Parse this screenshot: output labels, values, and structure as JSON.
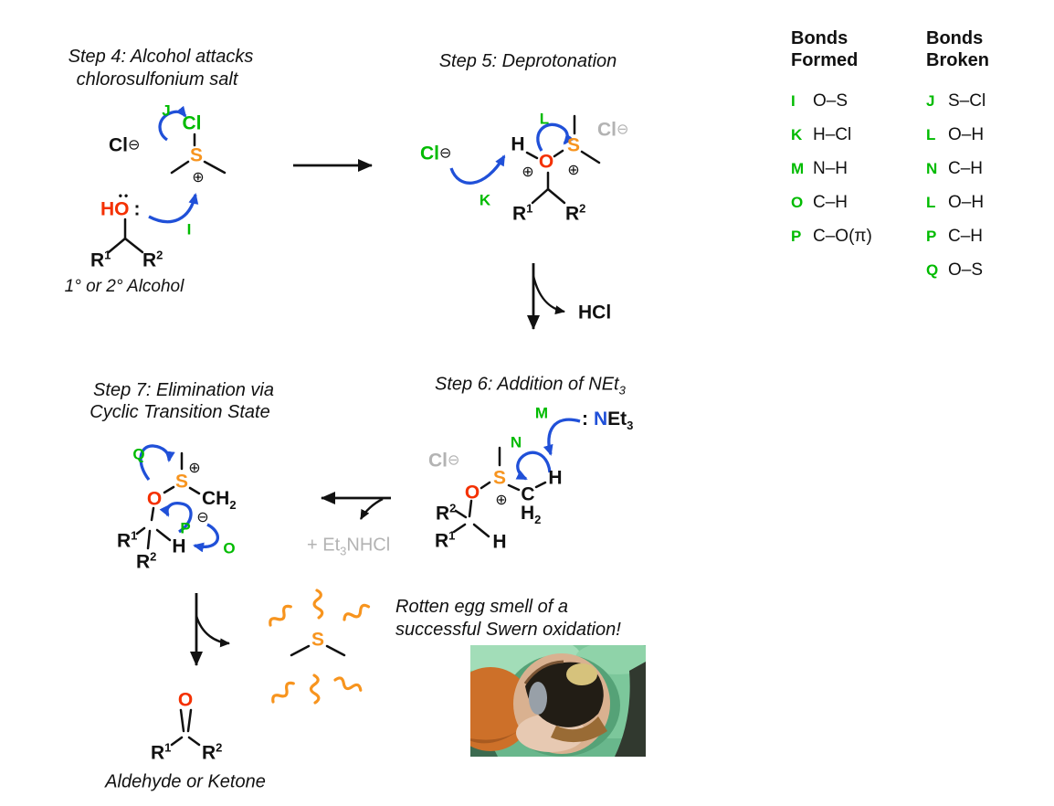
{
  "titles": {
    "step4_line1": "Step 4: Alcohol attacks",
    "step4_line2": "chlorosulfonium salt",
    "step5": "Step 5: Deprotonation",
    "step6_prefix": "Step 6: Addition of NEt",
    "step6_sub": "3",
    "step7_line1": "Step 7: Elimination via",
    "step7_line2": "Cyclic Transition State"
  },
  "captions": {
    "alcohol": "1° or 2° Alcohol",
    "product": "Aldehyde or Ketone",
    "smell_line1": "Rotten egg smell of a",
    "smell_line2": "successful Swern oxidation!",
    "hcl": "HCl",
    "amine_salt_prefix": "+ Et",
    "amine_salt_sub": "3",
    "amine_salt_suffix": "NHCl"
  },
  "atoms": {
    "H": "H",
    "O": "O",
    "S": "S",
    "N": "N",
    "C": "C",
    "Cl": "Cl",
    "R": "R",
    "CH": "CH",
    "Et": "Et",
    "sup1": "1",
    "sup2": "2",
    "sub2": "2",
    "sub3": "3",
    "plus": "⊕",
    "minus": "⊖",
    "colon": ":",
    "lone_pair": "••"
  },
  "arrow_labels": {
    "I": "I",
    "J": "J",
    "K": "K",
    "L": "L",
    "M": "M",
    "N": "N",
    "O": "O",
    "P": "P",
    "Q": "Q"
  },
  "bonds_formed": {
    "header": "Bonds\nFormed",
    "rows": [
      {
        "key": "I",
        "bond": "O–S"
      },
      {
        "key": "K",
        "bond": "H–Cl"
      },
      {
        "key": "M",
        "bond": "N–H"
      },
      {
        "key": "O",
        "bond": "C–H"
      },
      {
        "key": "P",
        "bond": "C–O(π)"
      }
    ]
  },
  "bonds_broken": {
    "header": "Bonds\nBroken",
    "rows": [
      {
        "key": "J",
        "bond": "S–Cl"
      },
      {
        "key": "L",
        "bond": "O–H"
      },
      {
        "key": "N",
        "bond": "C–H"
      },
      {
        "key": "L",
        "bond": "O–H"
      },
      {
        "key": "P",
        "bond": "C–H"
      },
      {
        "key": "Q",
        "bond": "O–S"
      }
    ]
  },
  "colors": {
    "arrow_blue": "#2050d8",
    "label_green": "#00bb00",
    "sulfur_orange": "#f7941e",
    "oxygen_red": "#f43000",
    "spectator_gray": "#b3b3b3",
    "ink_black": "#111111"
  }
}
